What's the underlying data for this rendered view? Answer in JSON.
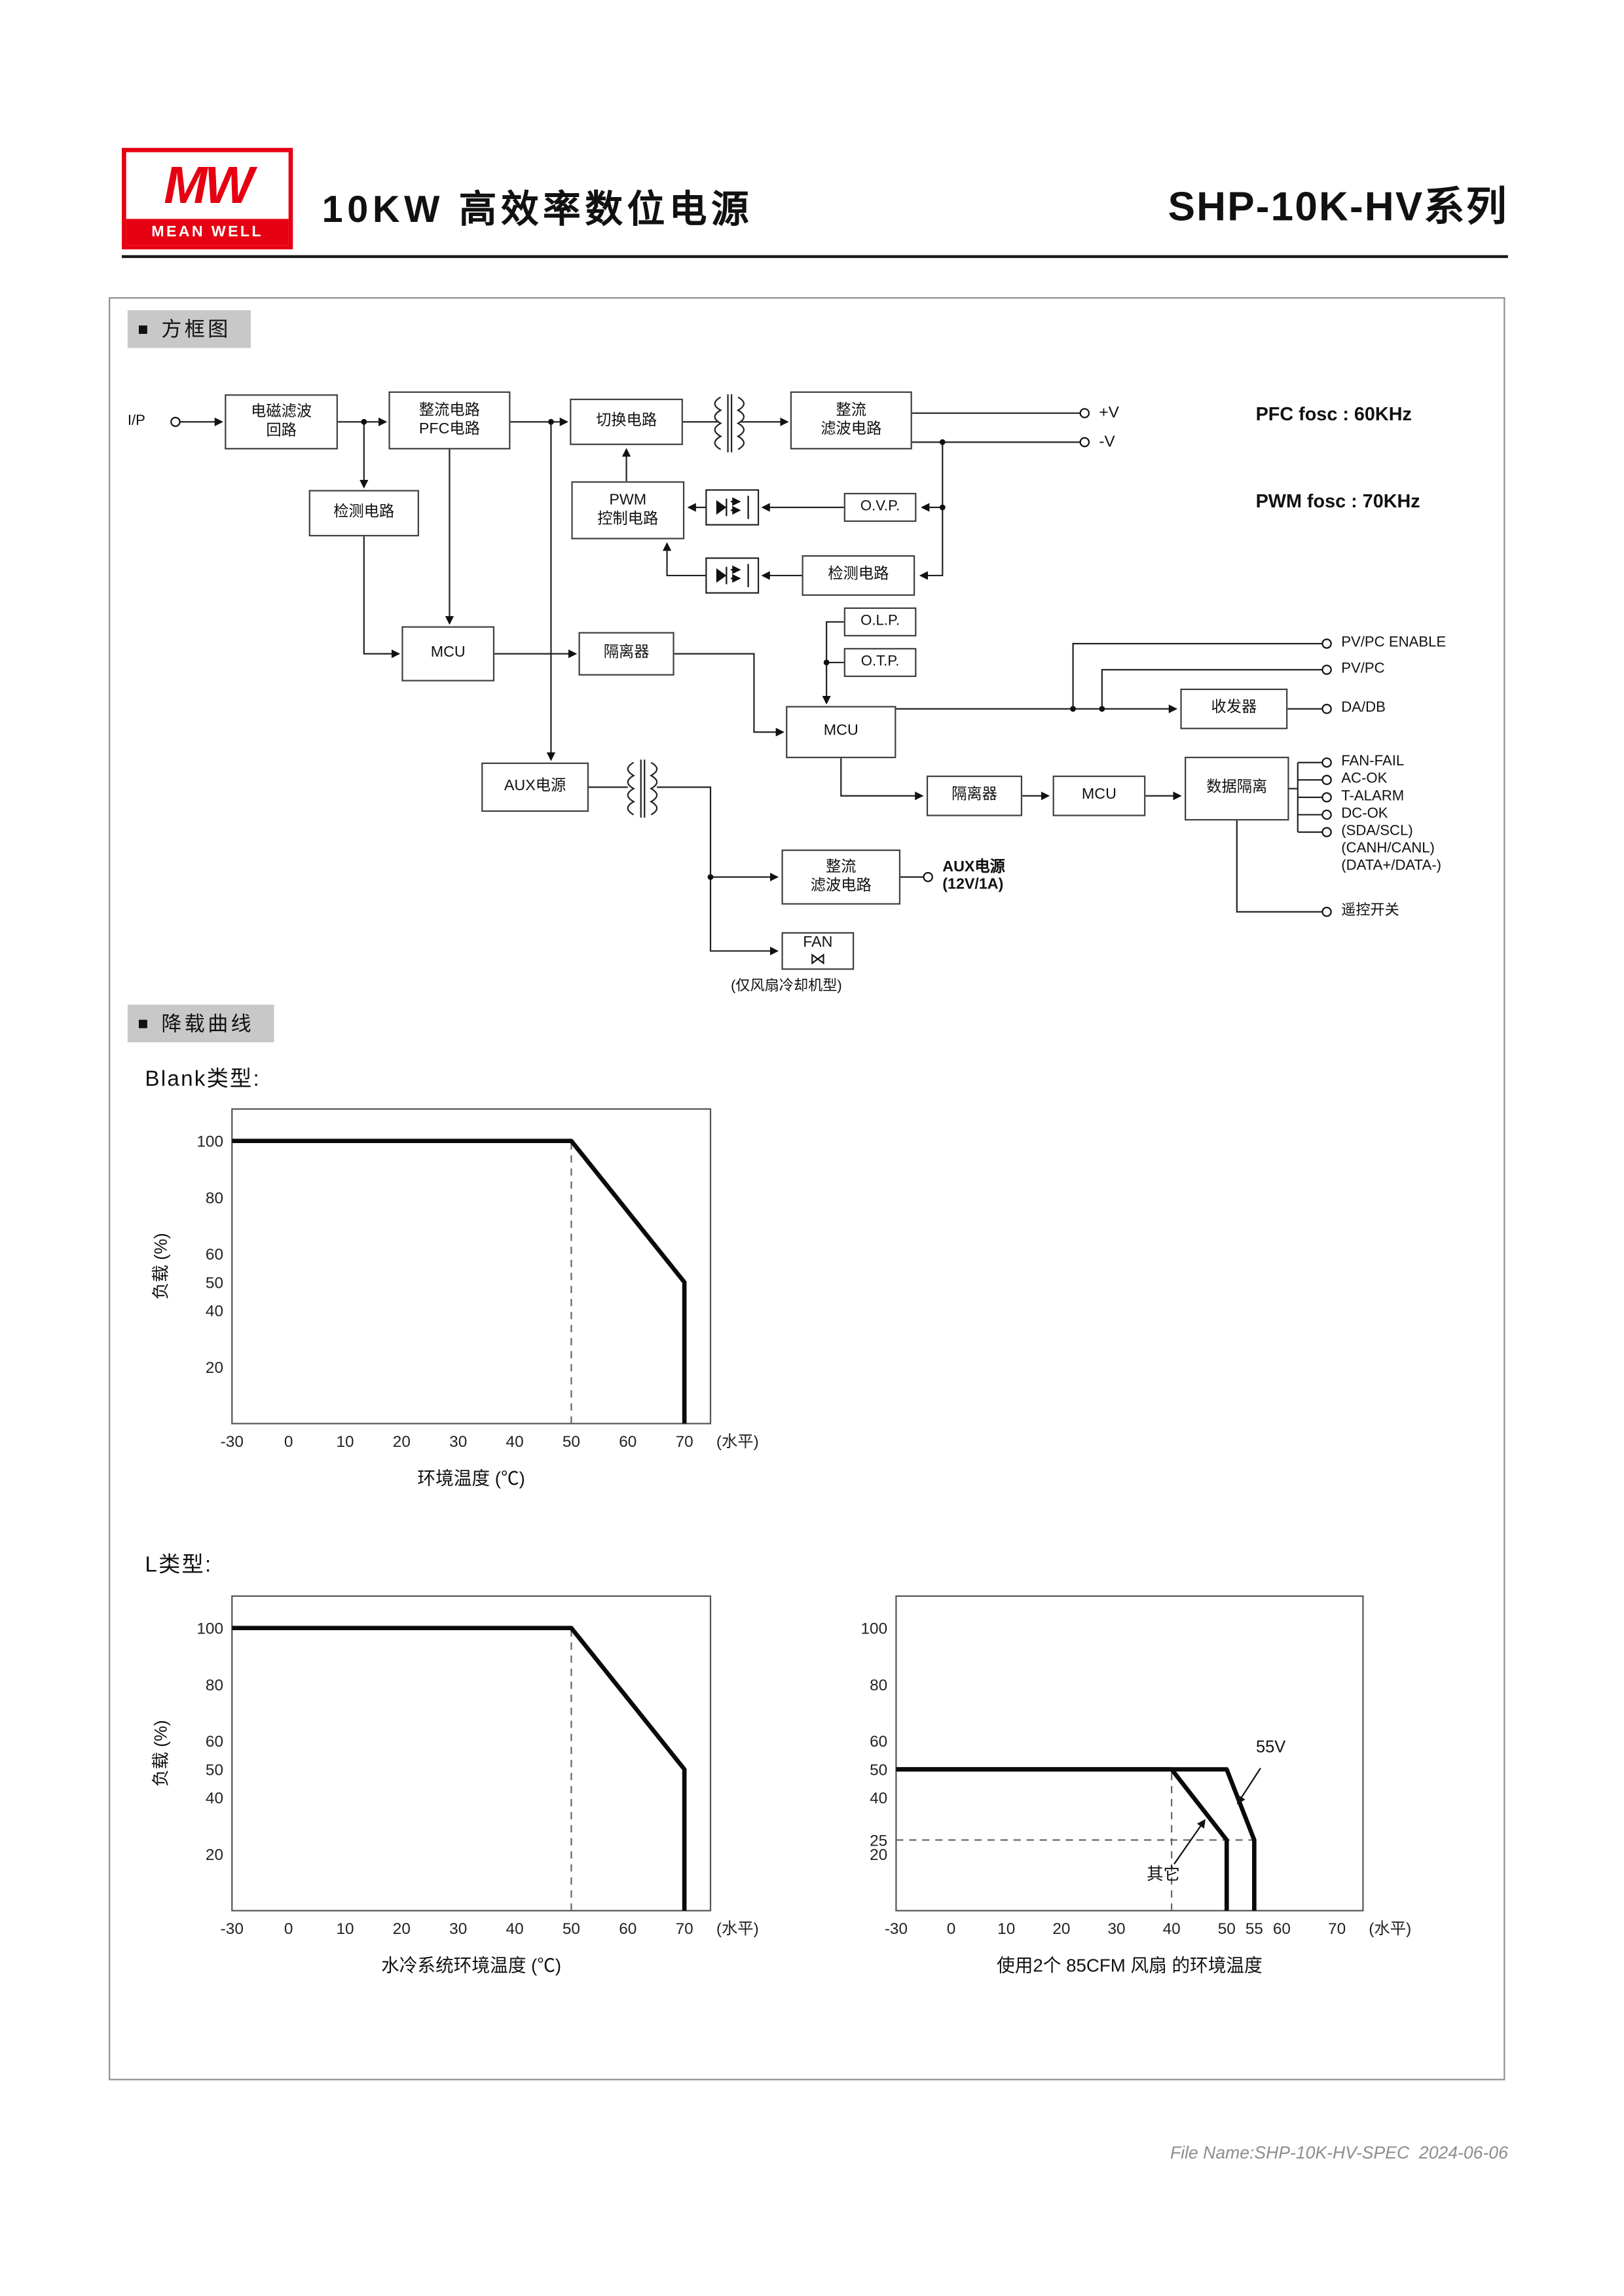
{
  "header": {
    "logo_mw": "MW",
    "logo_text": "MEAN WELL",
    "doc_title": "10KW 高效率数位电源",
    "series_title": "SHP-10K-HV系列"
  },
  "diagram": {
    "section_title": "方框图",
    "freq": [
      "PFC fosc : 60KHz",
      "PWM fosc : 70KHz"
    ],
    "labels": {
      "ip": "I/P",
      "emi": "电磁滤波\n回路",
      "pfc": "整流电路\nPFC电路",
      "switching": "切换电路",
      "rect_filter_main": "整流\n滤波电路",
      "v_plus": "+V",
      "v_minus": "-V",
      "detect1": "检测电路",
      "pwm": "PWM\n控制电路",
      "ovp": "O.V.P.",
      "detect2": "检测电路",
      "olp": "O.L.P.",
      "otp": "O.T.P.",
      "mcu1": "MCU",
      "iso1": "隔离器",
      "mcu2": "MCU",
      "txrx": "收发器",
      "aux": "AUX电源",
      "iso2": "隔离器",
      "mcu3": "MCU",
      "data_iso": "数据隔离",
      "rect_filter_aux": "整流\n滤波电路",
      "aux_out": "AUX电源\n(12V/1A)",
      "fan": "FAN",
      "fan_glyph": "⋈",
      "fan_note": "(仅风扇冷却机型)",
      "pv_pc_enable": "PV/PC ENABLE",
      "pv_pc": "PV/PC",
      "da_db": "DA/DB",
      "fan_fail": "FAN-FAIL",
      "ac_ok": "AC-OK",
      "t_alarm": "T-ALARM",
      "dc_ok": "DC-OK",
      "sda_scl": "(SDA/SCL)",
      "canh_canl": "(CANH/CANL)",
      "data_pm": "(DATA+/DATA-)",
      "remote": "遥控开关"
    }
  },
  "derating": {
    "section_title": "降载曲线",
    "blank_label": "Blank类型:",
    "l_label": "L类型:"
  },
  "chart_data": [
    {
      "type": "line",
      "group": "Blank类型:",
      "xlabel": "环境温度 (℃)",
      "ylabel": "负载 (%)",
      "x_ticks": [
        -30,
        0,
        10,
        20,
        30,
        40,
        50,
        60,
        70
      ],
      "x_axis_suffix": "(水平)",
      "y_ticks": [
        20,
        40,
        50,
        60,
        80,
        100
      ],
      "ylim": [
        0,
        110
      ],
      "series": [
        {
          "name": "load",
          "points": [
            [
              -30,
              100
            ],
            [
              50,
              100
            ],
            [
              70,
              50
            ],
            [
              70,
              0
            ]
          ]
        }
      ],
      "dashed_guides": {
        "vertical": [
          {
            "x": 50,
            "y_from": 0,
            "y_to": 100
          }
        ],
        "horizontal": []
      },
      "annotations": []
    },
    {
      "type": "line",
      "group": "L类型:",
      "xlabel": "水冷系统环境温度 (℃)",
      "ylabel": "负载 (%)",
      "x_ticks": [
        -30,
        0,
        10,
        20,
        30,
        40,
        50,
        60,
        70
      ],
      "x_axis_suffix": "(水平)",
      "y_ticks": [
        20,
        40,
        50,
        60,
        80,
        100
      ],
      "ylim": [
        0,
        110
      ],
      "series": [
        {
          "name": "load",
          "points": [
            [
              -30,
              100
            ],
            [
              50,
              100
            ],
            [
              70,
              50
            ],
            [
              70,
              0
            ]
          ]
        }
      ],
      "dashed_guides": {
        "vertical": [
          {
            "x": 50,
            "y_from": 0,
            "y_to": 100
          }
        ],
        "horizontal": []
      },
      "annotations": []
    },
    {
      "type": "line",
      "group": "L类型:",
      "xlabel": "使用2个 85CFM 风扇 的环境温度",
      "ylabel": "",
      "x_ticks": [
        -30,
        0,
        10,
        20,
        30,
        40,
        50,
        55,
        60,
        70
      ],
      "x_axis_suffix": "(水平)",
      "y_ticks": [
        20,
        25,
        40,
        50,
        60,
        80,
        100
      ],
      "ylim": [
        0,
        110
      ],
      "series": [
        {
          "name": "55V",
          "points": [
            [
              -30,
              50
            ],
            [
              50,
              50
            ],
            [
              55,
              25
            ],
            [
              55,
              0
            ]
          ]
        },
        {
          "name": "其它",
          "points": [
            [
              -30,
              50
            ],
            [
              40,
              50
            ],
            [
              50,
              25
            ],
            [
              50,
              0
            ]
          ]
        }
      ],
      "dashed_guides": {
        "vertical": [
          {
            "x": 40,
            "y_from": 0,
            "y_to": 50
          }
        ],
        "horizontal": [
          {
            "y": 25,
            "x_from": -30,
            "x_to": 55
          }
        ]
      },
      "annotations": [
        {
          "text": "55V",
          "tx": 58,
          "ty": 56,
          "ax": 52,
          "ay": 38
        },
        {
          "text": "其它",
          "tx": 38.5,
          "ty": 11,
          "ax": 46,
          "ay": 32
        }
      ]
    }
  ],
  "footer": {
    "file_name": "File Name:SHP-10K-HV-SPEC  2024-06-06"
  }
}
